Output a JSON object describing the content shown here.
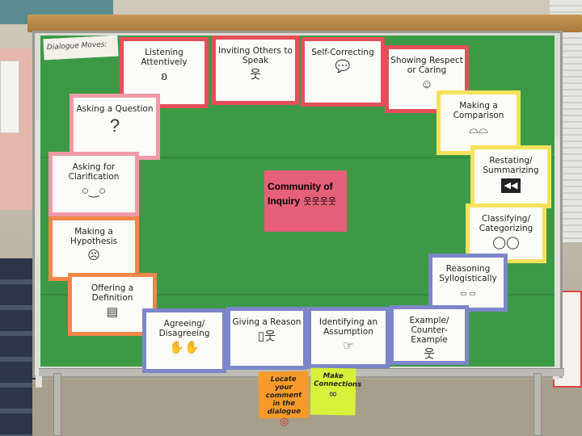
{
  "board": {
    "heading": "Dialogue Moves:",
    "center": {
      "title": "Community of Inquiry"
    }
  },
  "cards": {
    "listening": {
      "label": "Listening Attentively",
      "icon": "ear-icon"
    },
    "inviting": {
      "label": "Inviting Others to Speak",
      "icon": "person-icon"
    },
    "self_correcting": {
      "label": "Self-Correcting",
      "icon": "speech-bubble-icon"
    },
    "showing_respect": {
      "label": "Showing Respect or Caring",
      "icon": "hands-icon"
    },
    "asking_question": {
      "label": "Asking a Question",
      "icon": "question-mark-icon"
    },
    "making_comparison": {
      "label": "Making a Comparison",
      "icon": "shoes-icon"
    },
    "asking_clarification": {
      "label": "Asking for Clarification",
      "icon": "glasses-icon"
    },
    "restating": {
      "label": "Restating/ Summarizing",
      "icon": "rewind-icon"
    },
    "hypothesis": {
      "label": "Making a Hypothesis",
      "icon": "thinking-face-icon"
    },
    "classifying": {
      "label": "Classifying/ Categorizing",
      "icon": "circles-icon"
    },
    "definition": {
      "label": "Offering a Definition",
      "icon": "book-icon"
    },
    "syllogistic": {
      "label": "Reasoning Syllogistically",
      "icon": "text-icon"
    },
    "agreeing": {
      "label": "Agreeing/ Disagreeing",
      "icon": "handshake-icon"
    },
    "reason": {
      "label": "Giving a Reason",
      "icon": "presenter-icon"
    },
    "assumption": {
      "label": "Identifying an Assumption",
      "icon": "hand-pointing-icon"
    },
    "example": {
      "label": "Example/ Counter-Example",
      "icon": "person-small-icon"
    }
  },
  "stickies": {
    "locate": {
      "text": "Locate your comment in the dialogue",
      "icon": "target-icon"
    },
    "connect": {
      "text": "Make Connections",
      "icon": "chain-link-icon"
    }
  }
}
